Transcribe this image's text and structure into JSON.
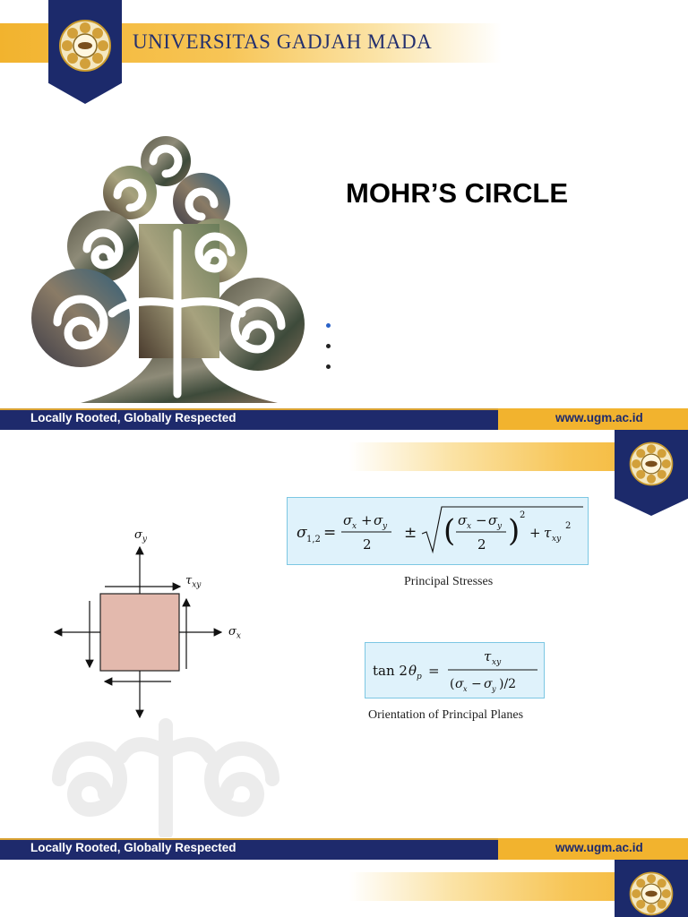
{
  "header": {
    "university_name": "UNIVERSITAS GADJAH MADA"
  },
  "slide1": {
    "title": "MOHR’S CIRCLE",
    "bullet_count": 3
  },
  "footer": {
    "slogan": "Locally Rooted, Globally Respected",
    "url": "www.ugm.ac.id"
  },
  "slide2": {
    "element_labels": {
      "sigma_y": "σy",
      "tau_xy": "τxy",
      "sigma_x": "σx"
    },
    "principal_stress_caption": "Principal Stresses",
    "orientation_caption": "Orientation of Principal Planes"
  },
  "colors": {
    "navy": "#1e2a6c",
    "gold": "#f2b32e",
    "element_fill": "#e3b9ad",
    "eq_box_fill": "#dff2fb",
    "eq_box_border": "#7cc7e3"
  }
}
